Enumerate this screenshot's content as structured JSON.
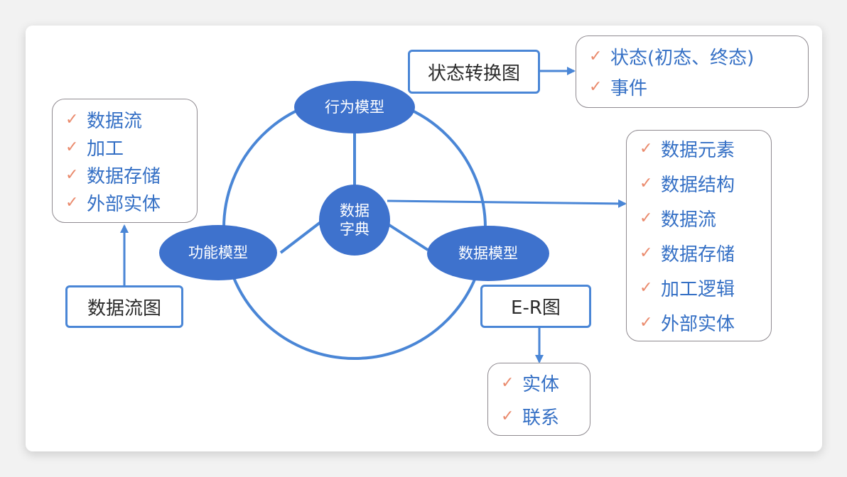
{
  "center": {
    "line1": "数据",
    "line2": "字典"
  },
  "models": {
    "behavior": "行为模型",
    "function": "功能模型",
    "data": "数据模型"
  },
  "diagrams": {
    "state": "状态转换图",
    "dfd": "数据流图",
    "er": "E-R图"
  },
  "lists": {
    "state": [
      "状态(初态、终态)",
      "事件"
    ],
    "dfd": [
      "数据流",
      "加工",
      "数据存储",
      "外部实体"
    ],
    "dictionary": [
      "数据元素",
      "数据结构",
      "数据流",
      "数据存储",
      "加工逻辑",
      "外部实体"
    ],
    "er": [
      "实体",
      "联系"
    ]
  },
  "colors": {
    "node_fill": "#3e72cd",
    "line": "#4a86d6",
    "check": "#ea8a6c",
    "list_text": "#3570c5"
  }
}
